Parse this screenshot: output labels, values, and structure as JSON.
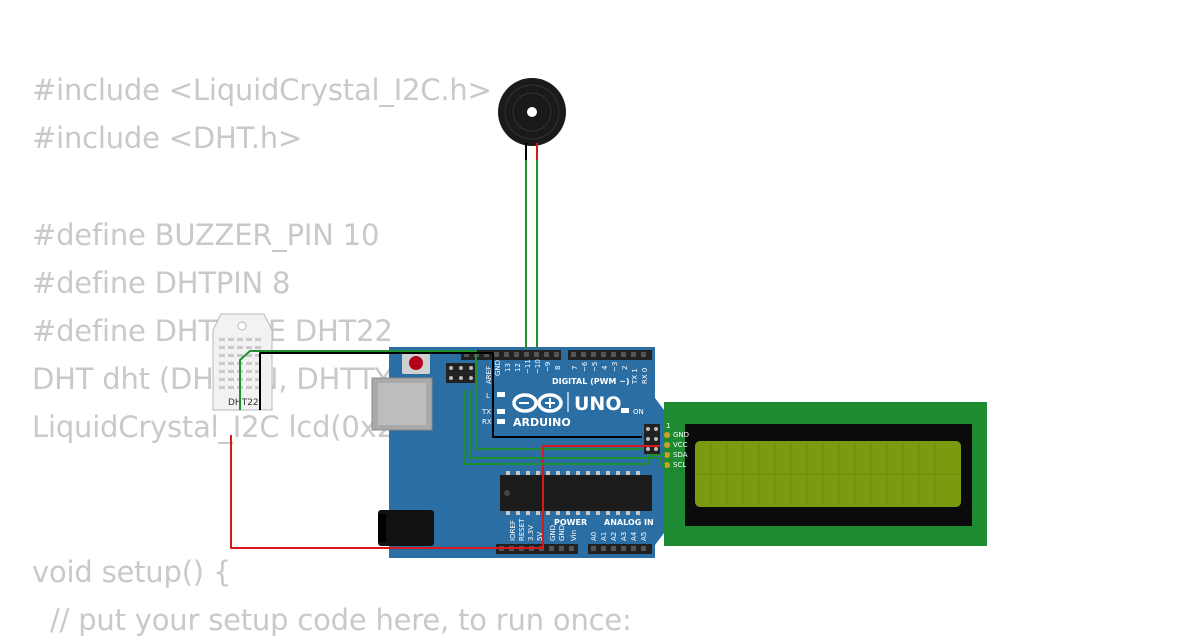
{
  "code_lines": [
    "#include <LiquidCrystal_I2C.h>",
    "#include <DHT.h>",
    "",
    "#define BUZZER_PIN 10",
    "#define DHTPIN 8",
    "#define DHTTYPE DHT22",
    "DHT dht (DHTPIN, DHTTYPE);",
    "LiquidCrystal_I2C lcd(0x27, 16, 2);",
    "",
    "",
    "void setup() {",
    "  // put your setup code here, to run once:"
  ],
  "sensor": {
    "label": "DHT22"
  },
  "arduino": {
    "brand": "ARDUINO",
    "model": "UNO",
    "on_label": "ON",
    "digital_label": "DIGITAL (PWM ~)",
    "power_label": "POWER",
    "analog_label": "ANALOG IN",
    "aref": "AREF",
    "gnd": "GND",
    "digital_pins": [
      "13",
      "12",
      "~11",
      "~10",
      "~9",
      "8",
      "7",
      "~6",
      "~5",
      "4",
      "~3",
      "2",
      "TX 1",
      "RX 0"
    ],
    "power_pins": [
      "IOREF",
      "RESET",
      "3.3V",
      "5V",
      "GND",
      "GND",
      "Vin"
    ],
    "analog_pins": [
      "A0",
      "A1",
      "A2",
      "A3",
      "A4",
      "A5"
    ],
    "led_l": "L",
    "led_tx": "TX",
    "led_rx": "RX"
  },
  "lcd": {
    "pins": [
      "GND",
      "VCC",
      "SDA",
      "SCL"
    ],
    "pin1": "1"
  },
  "colors": {
    "board": "#2b6ea4",
    "lcd_pcb": "#1e8a32",
    "lcd_screen": "#7a9a10",
    "wire_green": "#1f8f2f",
    "wire_red": "#d7191c",
    "wire_black": "#000000",
    "code_text": "#c9c9c9"
  }
}
